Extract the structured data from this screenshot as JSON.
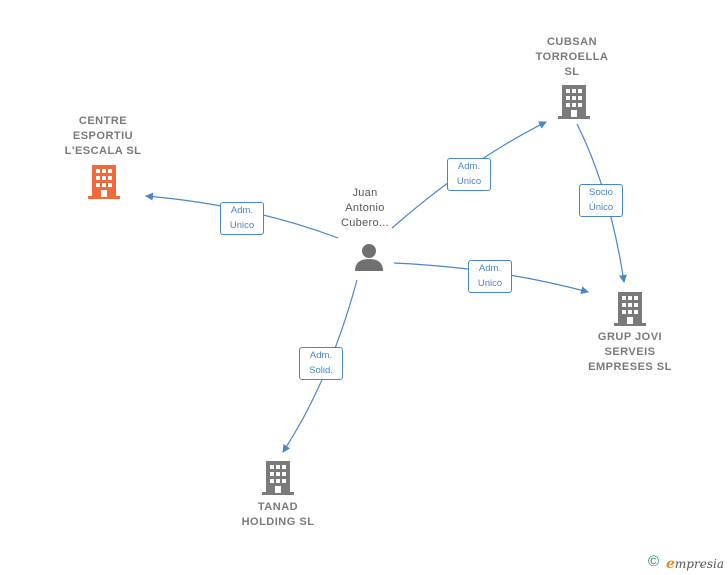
{
  "diagram": {
    "center_person": {
      "label": "Juan\nAntonio\nCubero..."
    },
    "companies": [
      {
        "id": "centre",
        "label": "CENTRE\nESPORTIU\nL'ESCALA  SL",
        "color": "#f26a3c"
      },
      {
        "id": "cubsan",
        "label": "CUBSAN\nTORROELLA\nSL",
        "color": "#7a7a7a"
      },
      {
        "id": "grup",
        "label": "GRUP JOVI\nSERVEIS\nEMPRESES  SL",
        "color": "#7a7a7a"
      },
      {
        "id": "tanad",
        "label": "TANAD\nHOLDING  SL",
        "color": "#7a7a7a"
      }
    ],
    "relations": [
      {
        "from": "person",
        "to": "centre",
        "label": "Adm.\nUnico"
      },
      {
        "from": "person",
        "to": "cubsan",
        "label": "Adm.\nUnico"
      },
      {
        "from": "person",
        "to": "grup",
        "label": "Adm.\nUnico"
      },
      {
        "from": "person",
        "to": "tanad",
        "label": "Adm.\nSolid."
      },
      {
        "from": "cubsan",
        "to": "grup",
        "label": "Socio\nÚnico"
      }
    ],
    "edge_color": "#4a86c8",
    "person_icon_color": "#707070"
  },
  "footer": {
    "copyright": "©",
    "brand_initial": "e",
    "brand_rest": "mpresia"
  }
}
